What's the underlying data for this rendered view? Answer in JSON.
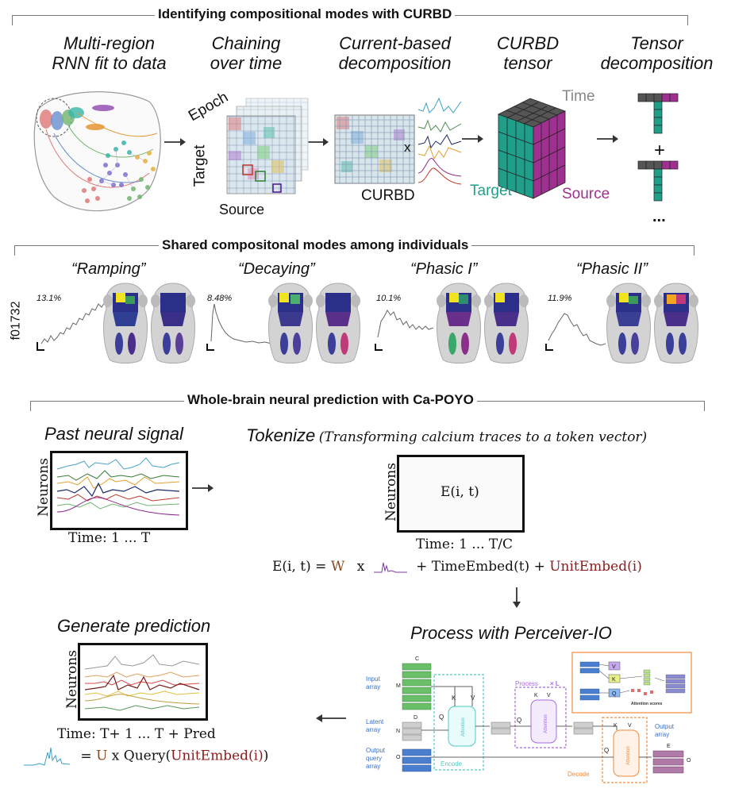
{
  "section1": {
    "title": "Identifying compositional modes with CURBD",
    "panels": [
      {
        "line1": "Multi-region",
        "line2": "RNN fit to data"
      },
      {
        "line1": "Chaining",
        "line2": "over time"
      },
      {
        "line1": "Current-based",
        "line2": "decomposition"
      },
      {
        "line1": "CURBD",
        "line2": "tensor"
      },
      {
        "line1": "Tensor",
        "line2": "decomposition"
      }
    ],
    "axis_epoch": "Epoch",
    "axis_target": "Target",
    "axis_source": "Source",
    "curbd_label": "CURBD",
    "times_symbol": "x",
    "cube_time": "Time",
    "cube_target": "Target",
    "cube_source": "Source",
    "plus": "+",
    "ellipsis": "...",
    "colors": {
      "target": "#1f9e89",
      "source": "#a0308f",
      "cube_top": "#5a5a5a"
    }
  },
  "section2": {
    "title": "Shared compositonal modes among individuals",
    "subject": "f01732",
    "modes": [
      {
        "name": "“Ramping”",
        "percent": "13.1%"
      },
      {
        "name": "“Decaying”",
        "percent": "8.48%"
      },
      {
        "name": "“Phasic I”",
        "percent": "10.1%"
      },
      {
        "name": "“Phasic II”",
        "percent": "11.9%"
      }
    ]
  },
  "section3": {
    "title": "Whole-brain neural prediction with Ca-POYO",
    "past_title": "Past neural signal",
    "neurons_label": "Neurons",
    "past_time": "Time: 1 ... T",
    "tokenize_title": "Tokenize",
    "tokenize_sub": "(Transforming calcium traces to a token vector)",
    "token_box": "E(i, t)",
    "token_time": "Time: 1 ... T/C",
    "eq_lhs": "E(i, t) = ",
    "eq_w": "W",
    "eq_x": "x",
    "eq_plus1": "+  TimeEmbed(t) + ",
    "eq_unit": "UnitEmbed(i)",
    "process_title": "Process with Perceiver-IO",
    "generate_title": "Generate prediction",
    "gen_time": "Time: T+ 1 ... T + Pred",
    "query_eq_pre": "= ",
    "query_u": "U",
    "query_mid": " x Query(",
    "query_unit": "UnitEmbed(i)",
    "query_end": ")",
    "perceiver": {
      "input_array": [
        "Input",
        "array"
      ],
      "latent_array": [
        "Latent",
        "array"
      ],
      "output_query_array": [
        "Output",
        "query",
        "array"
      ],
      "output_array": [
        "Output",
        "array"
      ],
      "dim_c": "C",
      "dim_m": "M",
      "dim_d": "D",
      "dim_n": "N",
      "dim_o": "O",
      "dim_e": "E",
      "encode": "Encode",
      "process": "Process",
      "xl": "× L",
      "decode": "Decode",
      "attention": "Attention",
      "attention_scores": "Attention scores",
      "k": "K",
      "v": "V",
      "q": "Q"
    },
    "colors": {
      "unit_embed": "#8b1a1a",
      "w": "#8a4a1f",
      "encode": "#4fc9c4",
      "process": "#a86be0",
      "decode": "#f08a3c"
    }
  }
}
